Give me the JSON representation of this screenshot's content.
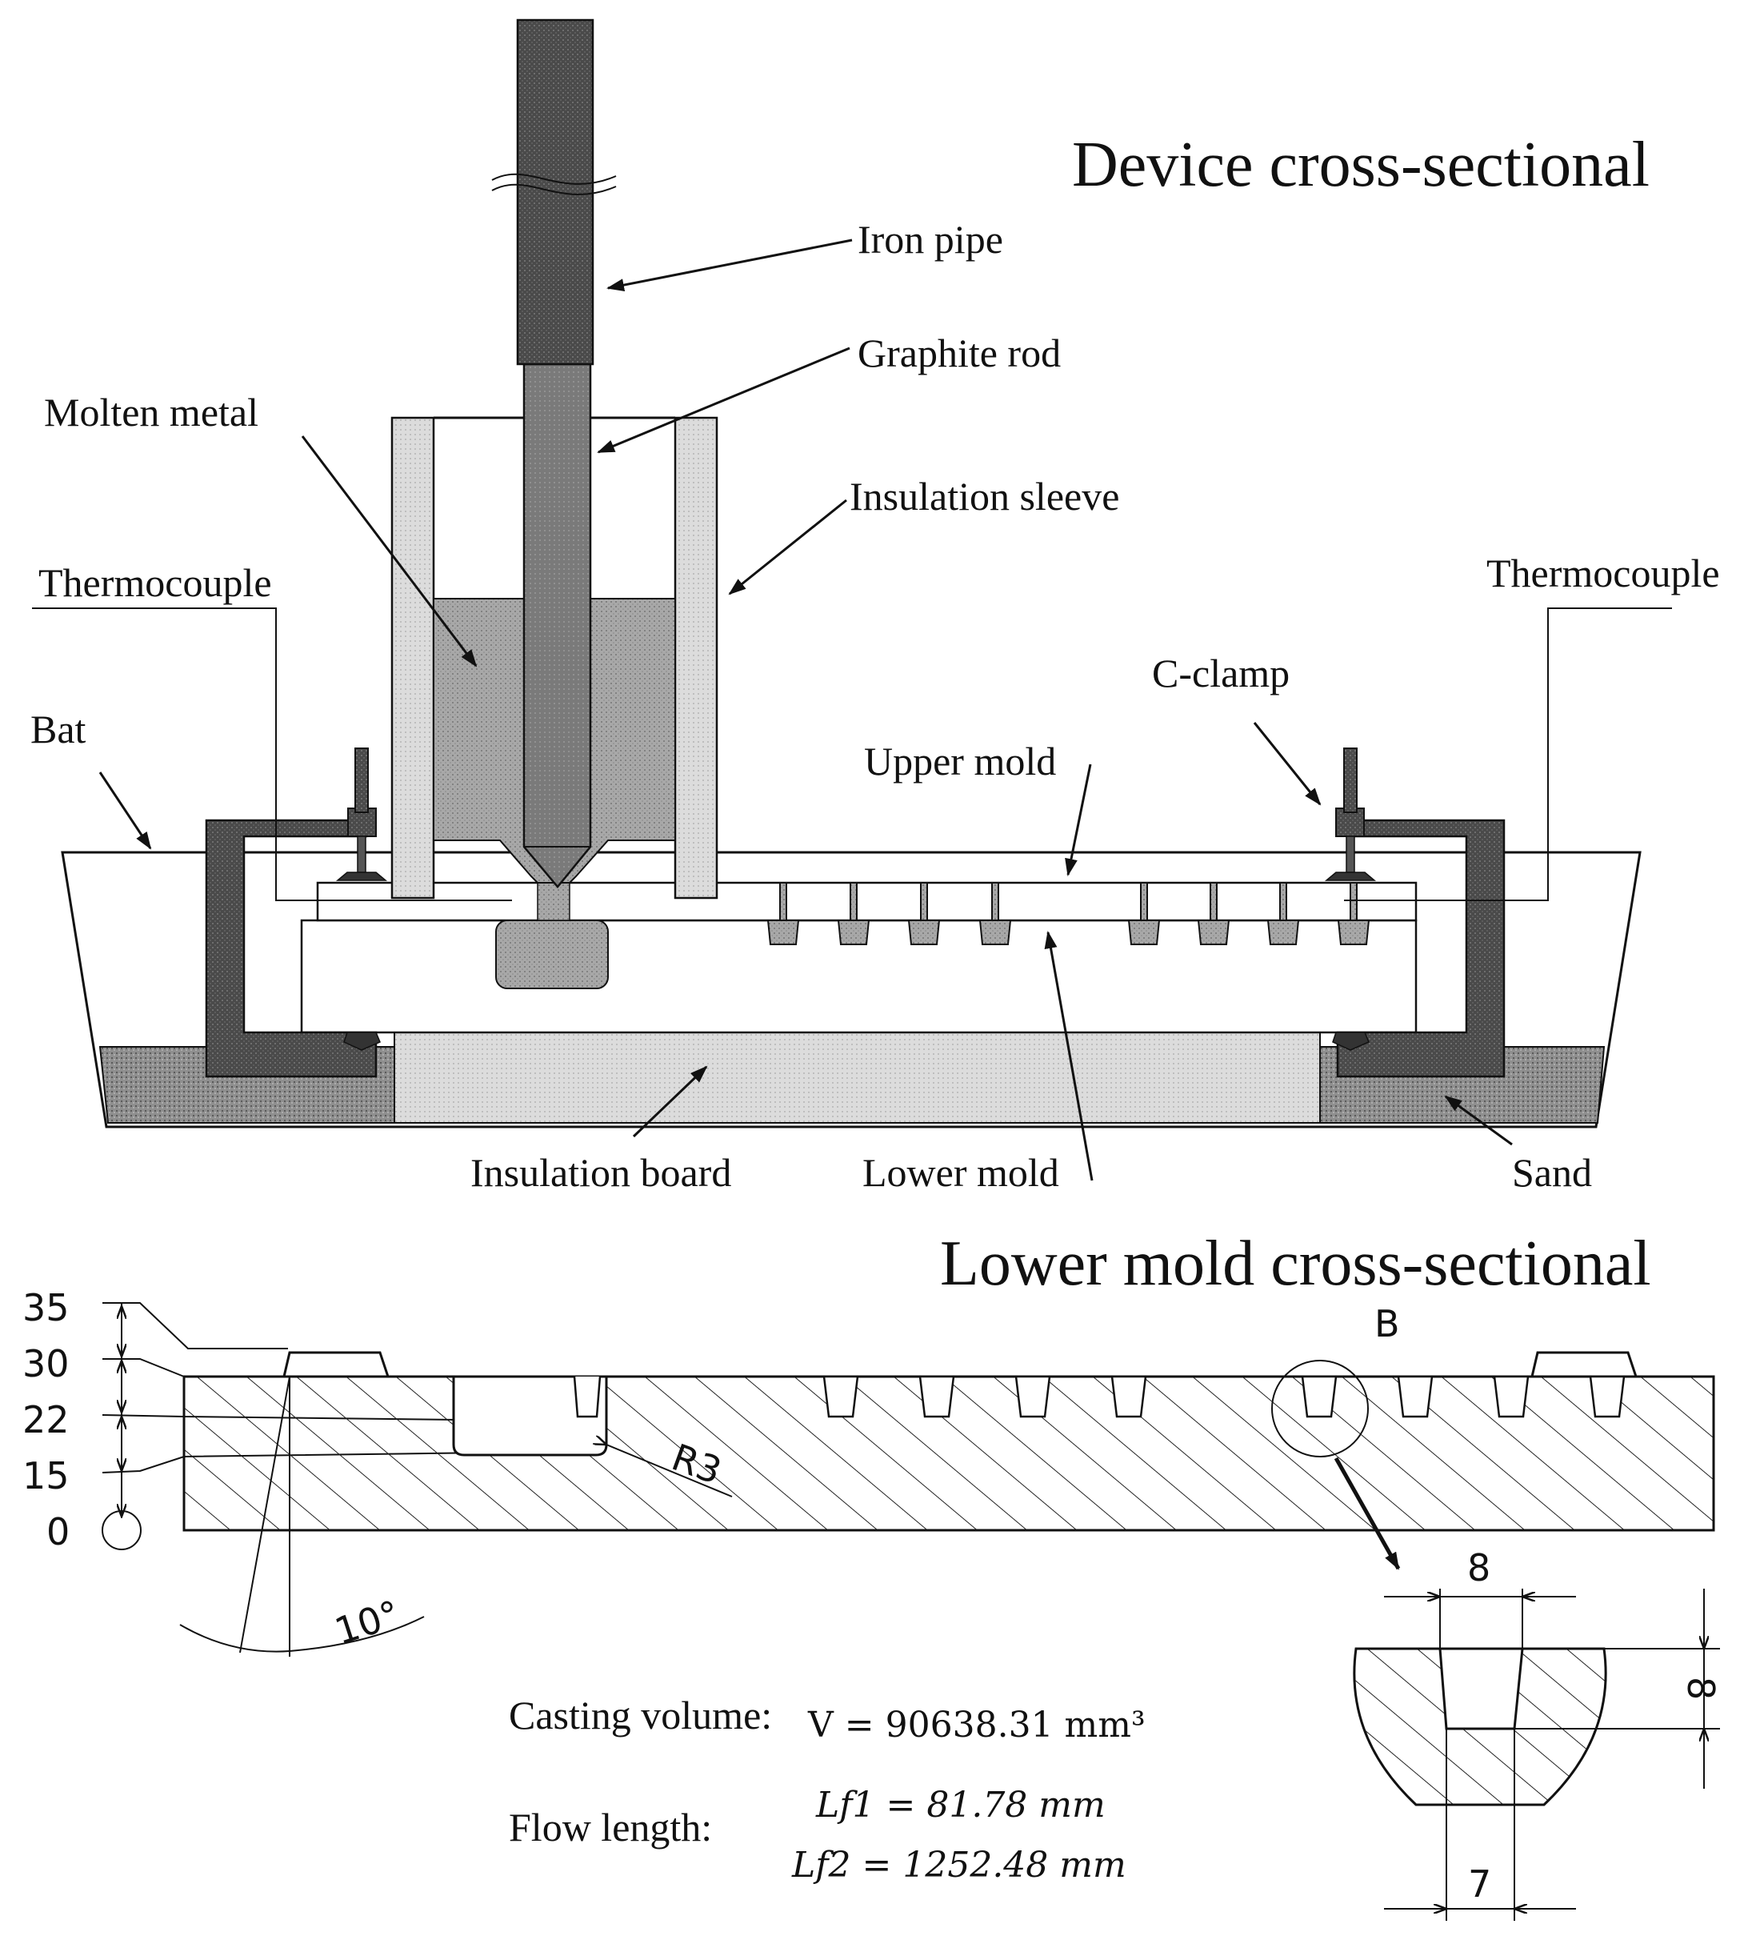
{
  "diagram": {
    "device_title": "Device cross-sectional",
    "mold_title": "Lower mold cross-sectional",
    "labels": {
      "iron_pipe": "Iron pipe",
      "graphite_rod": "Graphite rod",
      "molten_metal": "Molten metal",
      "insulation_sleeve": "Insulation sleeve",
      "thermocouple_left": "Thermocouple",
      "thermocouple_right": "Thermocouple",
      "c_clamp": "C-clamp",
      "bat": "Bat",
      "upper_mold": "Upper mold",
      "insulation_board": "Insulation board",
      "lower_mold": "Lower mold",
      "sand": "Sand"
    },
    "height_scale": [
      "35",
      "30",
      "22",
      "15",
      "0"
    ],
    "annotations": {
      "radius": "R3",
      "angle": "10°",
      "detail_tag": "B",
      "top_width": "8",
      "depth": "8",
      "bottom_width": "7"
    },
    "formulas": {
      "volume_label": "Casting volume:",
      "volume_expr": "V = 90638.31 mm³",
      "flow_label": "Flow length:",
      "lf1_expr": "Lf1 = 81.78 mm",
      "lf2_expr": "Lf2 = 1252.48 mm"
    }
  }
}
